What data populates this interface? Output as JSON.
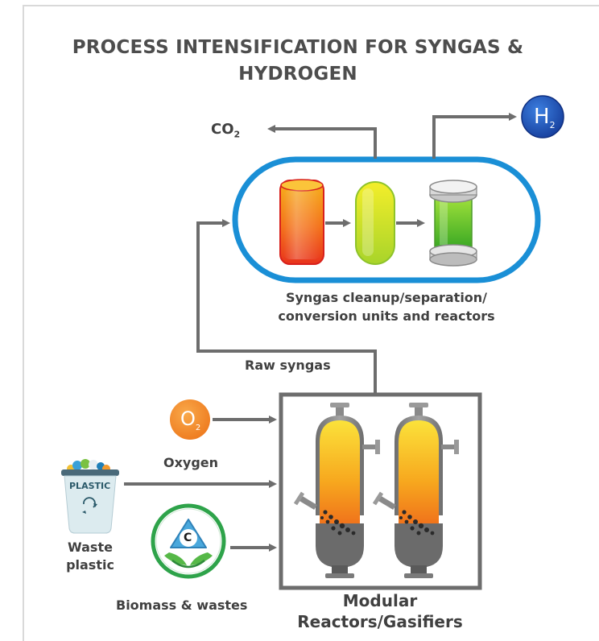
{
  "title": {
    "line1": "PROCESS INTENSIFICATION FOR SYNGAS &",
    "line2": "HYDROGEN"
  },
  "labels": {
    "co2": "CO",
    "co2_sub": "2",
    "h2": "H",
    "h2_sub": "2",
    "o2": "O",
    "o2_sub": "2",
    "cleanup_line1": "Syngas cleanup/separation/",
    "cleanup_line2": "conversion units and reactors",
    "raw_syngas": "Raw syngas",
    "oxygen": "Oxygen",
    "waste_line1": "Waste",
    "waste_line2": "plastic",
    "plastic_bin": "PLASTIC",
    "biomass": "Biomass & wastes",
    "carbon": "C",
    "reactors_line1": "Modular",
    "reactors_line2": "Reactors/Gasifiers"
  },
  "colors": {
    "arrow": "#6d6d6d",
    "capsule_border": "#1a8fd6",
    "h2_circle": "#1f4fb8",
    "o2_circle": "#f08a2a",
    "biomass_ring": "#2ea34a"
  }
}
